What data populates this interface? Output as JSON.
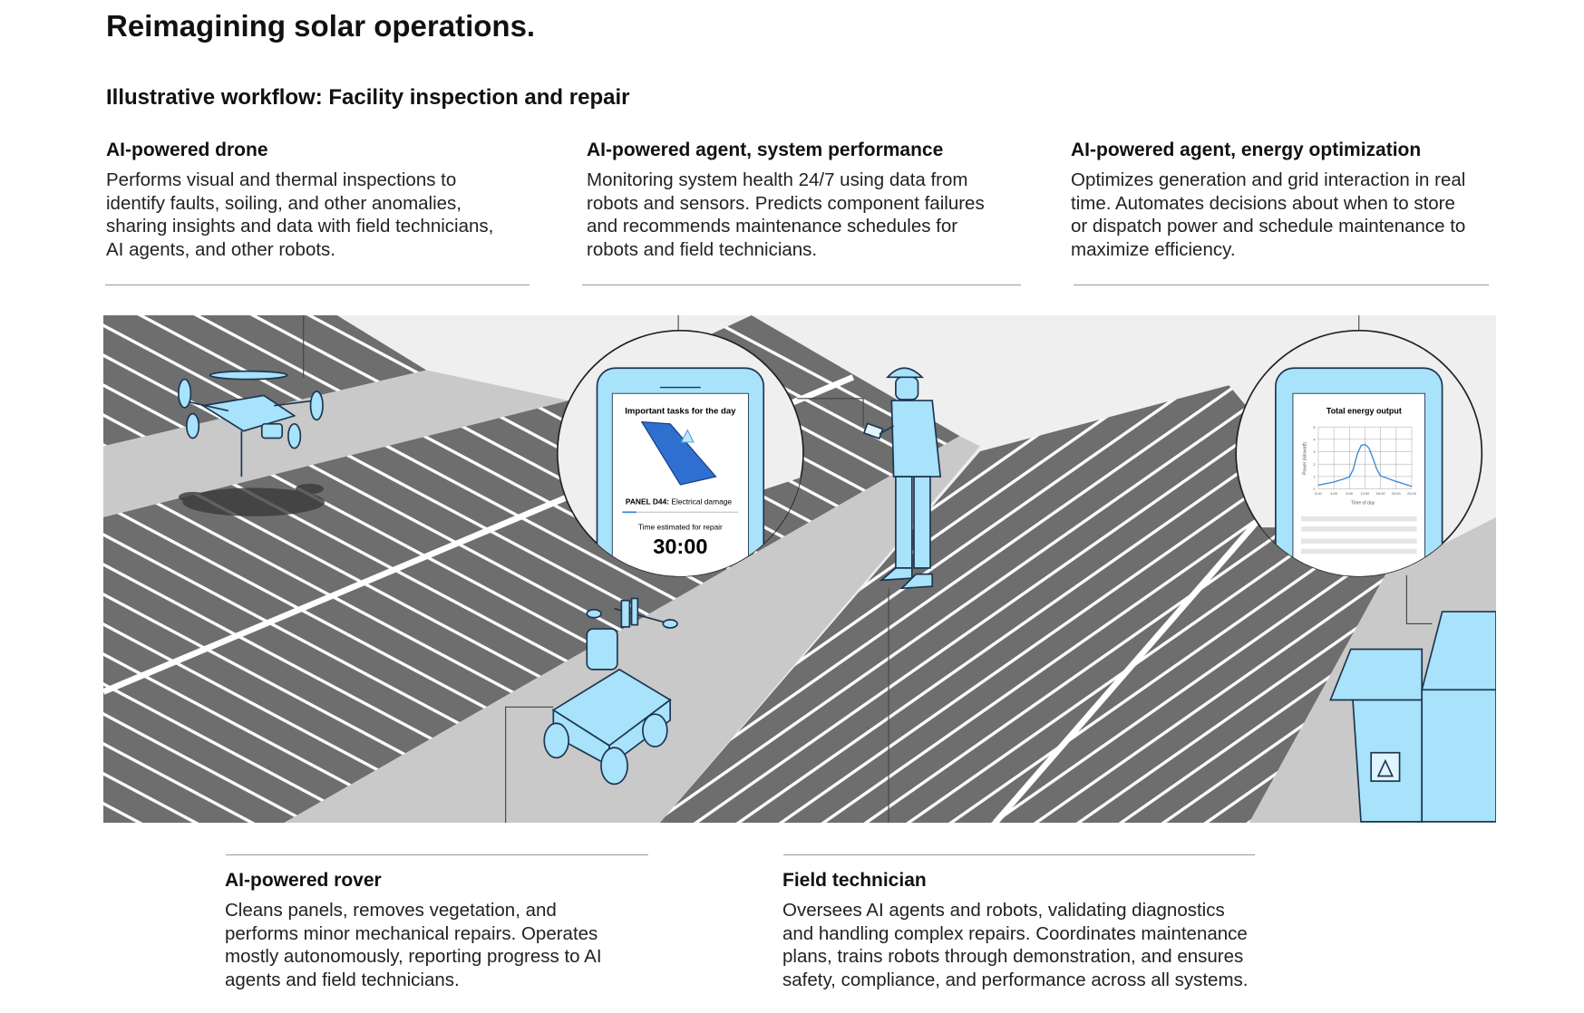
{
  "title": "Reimagining solar operations.",
  "subtitle": "Illustrative workflow: Facility inspection and repair",
  "top_cards": [
    {
      "heading": "AI-powered drone",
      "lines": [
        "Performs visual and thermal inspections to",
        "identify faults, soiling, and other anomalies,",
        "sharing insights and data with field technicians,",
        "AI agents, and other robots."
      ]
    },
    {
      "heading": "AI-powered agent, system performance",
      "lines": [
        "Monitoring system health 24/7 using data from",
        "robots and sensors. Predicts component failures",
        "and recommends maintenance schedules for",
        "robots and field technicians."
      ]
    },
    {
      "heading": "AI-powered agent, energy optimization",
      "lines": [
        "Optimizes generation and grid interaction in real",
        "time. Automates decisions about when to store",
        "or dispatch power and schedule maintenance to",
        "maximize efficiency."
      ]
    }
  ],
  "bottom_cards": [
    {
      "heading": "AI-powered rover",
      "lines": [
        "Cleans panels, removes vegetation, and",
        "performs minor mechanical repairs. Operates",
        "mostly autonomously, reporting progress to AI",
        "agents and field technicians."
      ]
    },
    {
      "heading": "Field technician",
      "lines": [
        "Oversees AI agents and robots, validating diagnostics",
        "and handling complex repairs. Coordinates maintenance",
        "plans, trains robots through demonstration, and ensures",
        "safety, compliance, and performance across all systems."
      ]
    }
  ],
  "task_phone": {
    "title": "Important tasks for the day",
    "panel_id": "PANEL D44:",
    "issue": "Electrical damage",
    "progress": 0.12,
    "timer_label": "Time estimated for repair",
    "timer": "30:00"
  },
  "chart_data": {
    "type": "line",
    "title": "Total energy output",
    "xlabel": "Time of day",
    "ylabel": "Power (kilowatt)",
    "x_ticks": [
      "0:00",
      "4:00",
      "8:00",
      "12:00",
      "16:00",
      "20:00",
      "24:00"
    ],
    "y_ticks": [
      "0",
      "1",
      "2",
      "3",
      "4",
      "5"
    ],
    "ylim": [
      0,
      5
    ],
    "xlim": [
      0,
      24
    ],
    "x": [
      0,
      4,
      8,
      9,
      10,
      11,
      12,
      13,
      14,
      15,
      16,
      20,
      24
    ],
    "y": [
      0.3,
      0.55,
      0.95,
      1.6,
      2.8,
      3.5,
      3.6,
      3.3,
      2.5,
      1.6,
      1.05,
      0.6,
      0.2
    ]
  },
  "colors": {
    "accent": "#a8e2fb",
    "outline": "#1d3550",
    "panel": "#6e6e6e",
    "path": "#c9c9c9",
    "ground": "#efefef",
    "curve": "#3a86d8"
  }
}
